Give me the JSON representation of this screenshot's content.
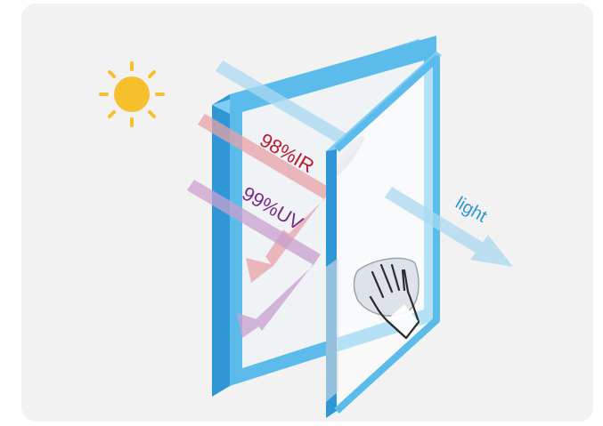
{
  "labels": {
    "ir": "98%IR",
    "uv": "99%UV",
    "light": "light"
  },
  "colors": {
    "frame": "#5bbcec",
    "frame_dark": "#2f97d6",
    "ir_text": "#c0182c",
    "uv_text": "#7a2a8a",
    "light_text": "#2f97d6",
    "sun": "#f5c02c",
    "ir_arrow": "#e8a2a8",
    "uv_arrow": "#c9a0cf",
    "light_arrow": "#a9d8f0"
  },
  "icons": [
    "sun-icon",
    "cleaning-hand-icon"
  ]
}
